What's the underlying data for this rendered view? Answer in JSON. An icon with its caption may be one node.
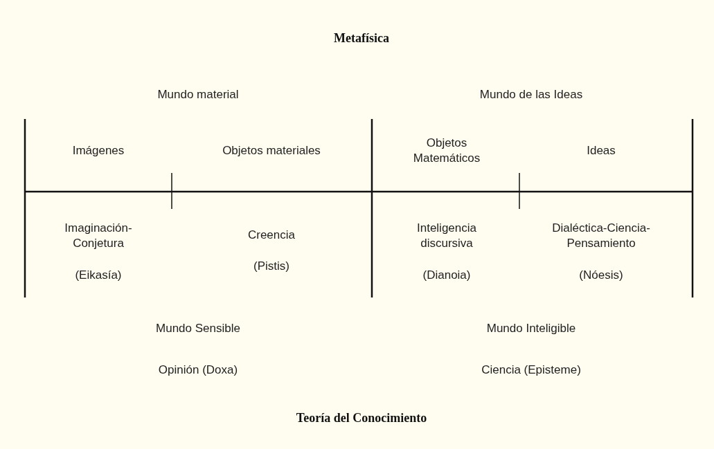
{
  "diagram": {
    "title": "Metafísica",
    "caption": "Teoría del Conocimiento",
    "labels": [
      "Mundo material",
      "Mundo de las Ideas",
      "Imágenes",
      "Objetos materiales",
      "Objetos Matemáticos",
      "Ideas",
      "Imaginación-Conjetura",
      "Creencia",
      "Inteligencia discursiva",
      "Dialéctica-Ciencia-Pensamiento",
      "(Eikasía)",
      "(Pistis)",
      "(Dianoia)",
      "(Nóesis)",
      "Mundo Sensible",
      "Mundo Inteligible",
      "Opinión (Doxa)",
      "Ciencia (Episteme)"
    ]
  }
}
